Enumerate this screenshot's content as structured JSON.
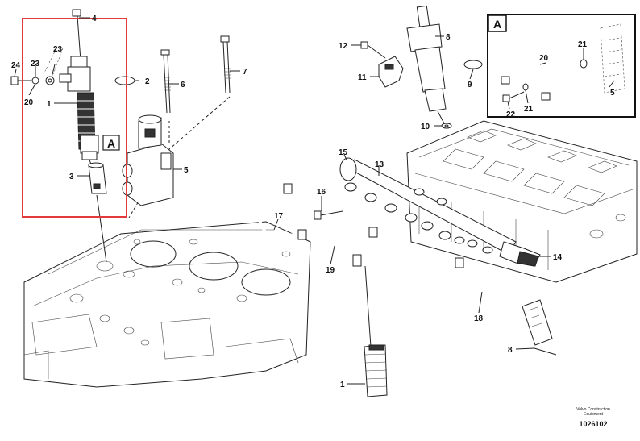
{
  "labels": {
    "n1": "1",
    "n2": "2",
    "n3": "3",
    "n4": "4",
    "n5": "5",
    "n6": "6",
    "n7": "7",
    "n8": "8",
    "n9": "9",
    "n10": "10",
    "n11": "11",
    "n12": "12",
    "n13": "13",
    "n14": "14",
    "n15": "15",
    "n16": "16",
    "n17": "17",
    "n18": "18",
    "n19": "19",
    "n20": "20",
    "n21": "21",
    "n22": "22",
    "n23": "23",
    "n24": "24"
  },
  "detail_letter": "A",
  "footer": {
    "brand_line1": "Volvo Construction",
    "brand_line2": "Equipment",
    "code": "1026102"
  },
  "colors": {
    "highlight": "#e23a3a",
    "ink": "#222222"
  }
}
